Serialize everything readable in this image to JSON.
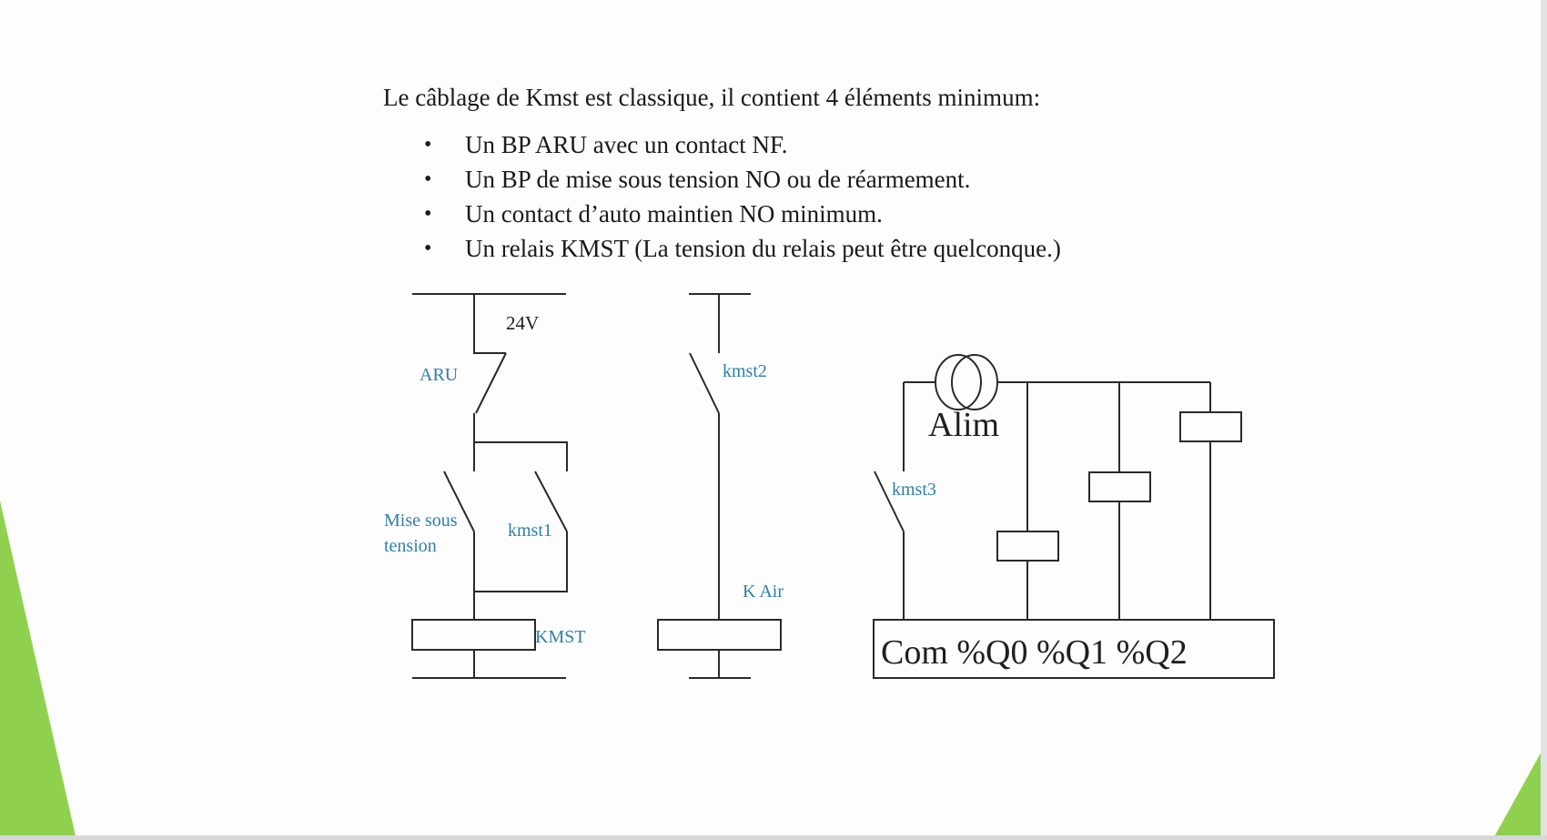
{
  "intro": "Le câblage de Kmst est classique, il contient 4 éléments minimum:",
  "bullets": [
    "Un BP ARU avec un contact NF.",
    "Un BP de mise sous tension NO ou de réarmement.",
    "Un contact d’auto maintien NO minimum.",
    "Un relais KMST (La tension du relais peut être quelconque.)"
  ],
  "diagram": {
    "circuit1": {
      "supply": "24V",
      "aru": "ARU",
      "mise_sous_line1": "Mise sous",
      "mise_sous_line2": "tension",
      "kmst1": "kmst1",
      "coil": "KMST"
    },
    "circuit2": {
      "contact": "kmst2",
      "coil": "K Air"
    },
    "circuit3": {
      "alim": "Alim",
      "contact": "kmst3",
      "terminal_block": "Com %Q0 %Q1 %Q2"
    }
  },
  "colors": {
    "accent_green": "#8fd14f",
    "label_blue": "#2f7fa8",
    "wire": "#2a2a2a"
  }
}
